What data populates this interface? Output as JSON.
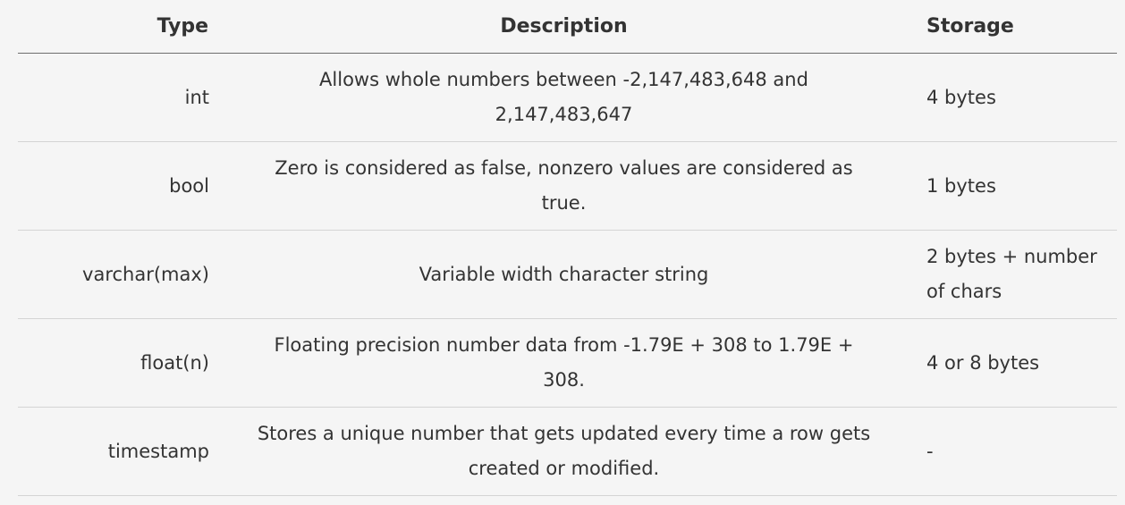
{
  "table": {
    "headers": {
      "type": "Type",
      "description": "Description",
      "storage": "Storage"
    },
    "rows": [
      {
        "type": "int",
        "description": "Allows whole numbers between -2,147,483,648 and 2,147,483,647",
        "storage": "4 bytes"
      },
      {
        "type": "bool",
        "description": "Zero is considered as false, nonzero values are considered as true.",
        "storage": "1 bytes"
      },
      {
        "type": "varchar(max)",
        "description": "Variable width character string",
        "storage": "2 bytes + number of chars"
      },
      {
        "type": "float(n)",
        "description": "Floating precision number data from -1.79E + 308 to 1.79E + 308.",
        "storage": "4 or 8 bytes"
      },
      {
        "type": "timestamp",
        "description": "Stores a unique number that gets updated every time a row gets created or modified.",
        "storage": "-"
      }
    ]
  }
}
